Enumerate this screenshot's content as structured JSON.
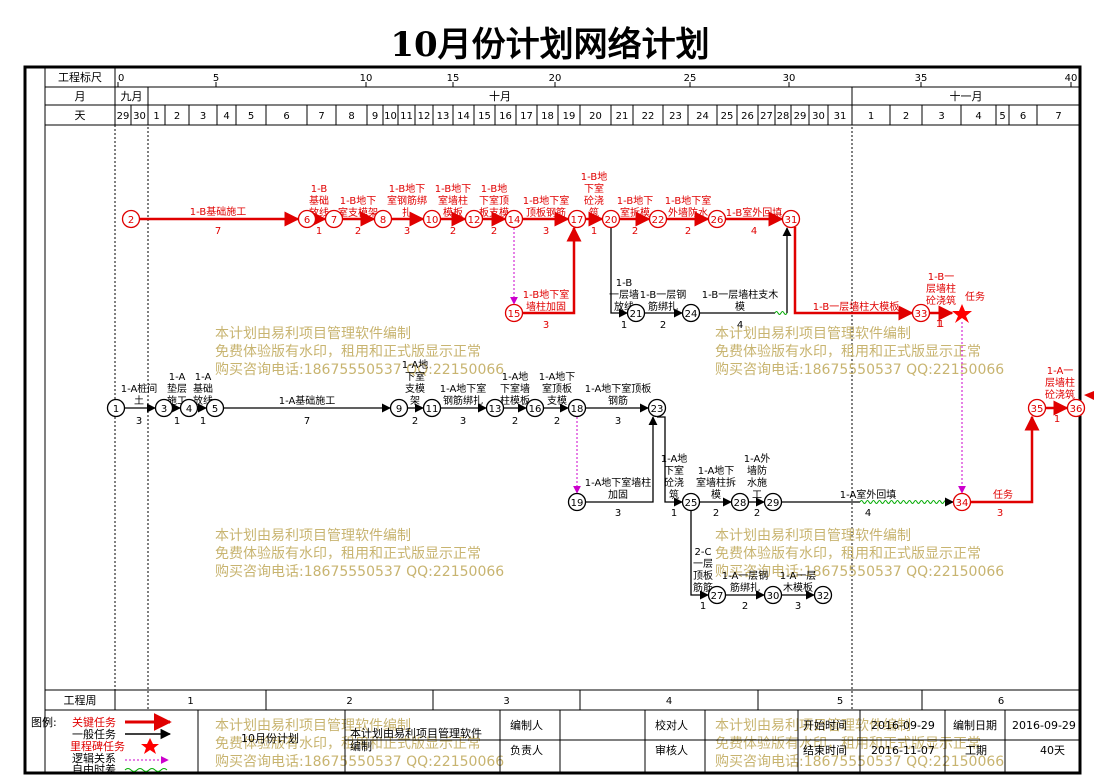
{
  "title": "10月份计划网络计划",
  "labels": {
    "scale": "工程标尺",
    "month": "月",
    "day": "天",
    "week_row": "工程周",
    "legend_title": "图例:"
  },
  "scale_ticks": [
    "0",
    "5",
    "10",
    "15",
    "20",
    "25",
    "30",
    "35",
    "40"
  ],
  "months": [
    "九月",
    "十月",
    "十一月"
  ],
  "days": [
    "29",
    "30",
    "1",
    "2",
    "3",
    "4",
    "5",
    "6",
    "7",
    "8",
    "9",
    "10",
    "11",
    "12",
    "13",
    "14",
    "15",
    "16",
    "17",
    "18",
    "19",
    "20",
    "21",
    "22",
    "23",
    "24",
    "25",
    "26",
    "27",
    "28",
    "29",
    "30",
    "31",
    "1",
    "2",
    "3",
    "4",
    "5",
    "6",
    "7"
  ],
  "weeks": [
    "1",
    "2",
    "3",
    "4",
    "5",
    "6"
  ],
  "nodes": [
    "1",
    "2",
    "3",
    "4",
    "5",
    "6",
    "7",
    "8",
    "9",
    "10",
    "11",
    "12",
    "13",
    "14",
    "15",
    "16",
    "17",
    "18",
    "19",
    "20",
    "21",
    "22",
    "23",
    "24",
    "25",
    "26",
    "27",
    "28",
    "29",
    "30",
    "31",
    "32",
    "33",
    "34",
    "35",
    "36"
  ],
  "tasks": {
    "t2_6": {
      "name": "1-B基础施工",
      "dur": "7"
    },
    "t6_7a": {
      "name": "1-B",
      "dur": ""
    },
    "t6_7b": {
      "name": "基础",
      "dur": ""
    },
    "t6_7c": {
      "name": "放线",
      "dur": "1"
    },
    "t7_8a": {
      "name": "1-B地下",
      "dur": ""
    },
    "t7_8b": {
      "name": "室支模架",
      "dur": "2"
    },
    "t8_10a": {
      "name": "1-B地下",
      "dur": ""
    },
    "t8_10b": {
      "name": "室钢筋绑",
      "dur": ""
    },
    "t8_10c": {
      "name": "扎",
      "dur": "3"
    },
    "t10_12a": {
      "name": "1-B地下",
      "dur": ""
    },
    "t10_12b": {
      "name": "室墙柱",
      "dur": ""
    },
    "t10_12c": {
      "name": "模板",
      "dur": "2"
    },
    "t12_14a": {
      "name": "1-B地",
      "dur": ""
    },
    "t12_14b": {
      "name": "下室顶",
      "dur": ""
    },
    "t12_14c": {
      "name": "板支模",
      "dur": "2"
    },
    "t14_17a": {
      "name": "1-B地下室",
      "dur": ""
    },
    "t14_17b": {
      "name": "顶板钢筋",
      "dur": "3"
    },
    "t15a": {
      "name": "1-B地下室",
      "dur": ""
    },
    "t15b": {
      "name": "墙柱加固",
      "dur": "3"
    },
    "t17_20a": {
      "name": "1-B地",
      "dur": ""
    },
    "t17_20b": {
      "name": "下室",
      "dur": ""
    },
    "t17_20c": {
      "name": "砼浇",
      "dur": ""
    },
    "t17_20d": {
      "name": "筑",
      "dur": "1"
    },
    "t20_22a": {
      "name": "1-B地下",
      "dur": ""
    },
    "t20_22b": {
      "name": "室拆模",
      "dur": "2"
    },
    "t22_26a": {
      "name": "1-B地下室",
      "dur": ""
    },
    "t22_26b": {
      "name": "外墙防水",
      "dur": "2"
    },
    "t26_31": {
      "name": "1-B室外回填",
      "dur": "4"
    },
    "t20_21a": {
      "name": "1-B",
      "dur": ""
    },
    "t20_21b": {
      "name": "一层墙",
      "dur": ""
    },
    "t20_21c": {
      "name": "放线",
      "dur": "1"
    },
    "t21_24a": {
      "name": "1-B一层钢",
      "dur": ""
    },
    "t21_24b": {
      "name": "筋绑扎",
      "dur": "2"
    },
    "t24_31a": {
      "name": "1-B一层墙柱支木",
      "dur": ""
    },
    "t24_31b": {
      "name": "模",
      "dur": "4"
    },
    "t31_33": {
      "name": "1-B一层墙柱大模板",
      "dur": "1"
    },
    "t33_Xa": {
      "name": "1-B一",
      "dur": ""
    },
    "t33_Xb": {
      "name": "层墙柱",
      "dur": ""
    },
    "t33_Xc": {
      "name": "砼浇筑",
      "dur": "1"
    },
    "t33_X_task": {
      "name": "任务",
      "dur": ""
    },
    "t1_3a": {
      "name": "1-A桩间",
      "dur": ""
    },
    "t1_3b": {
      "name": "土",
      "dur": "3"
    },
    "t3_4a": {
      "name": "1-A",
      "dur": ""
    },
    "t3_4b": {
      "name": "垫层",
      "dur": ""
    },
    "t3_4c": {
      "name": "施工",
      "dur": "1"
    },
    "t4_5a": {
      "name": "1-A",
      "dur": ""
    },
    "t4_5b": {
      "name": "基础",
      "dur": ""
    },
    "t4_5c": {
      "name": "放线",
      "dur": "1"
    },
    "t5_9": {
      "name": "1-A基础施工",
      "dur": "7"
    },
    "t9_11a": {
      "name": "1-A地",
      "dur": ""
    },
    "t9_11b": {
      "name": "下室",
      "dur": ""
    },
    "t9_11c": {
      "name": "支模",
      "dur": ""
    },
    "t9_11d": {
      "name": "架",
      "dur": "2"
    },
    "t11_13a": {
      "name": "1-A地下室",
      "dur": ""
    },
    "t11_13b": {
      "name": "钢筋绑扎",
      "dur": "3"
    },
    "t13_16a": {
      "name": "1-A地",
      "dur": ""
    },
    "t13_16b": {
      "name": "下室墙",
      "dur": ""
    },
    "t13_16c": {
      "name": "柱模板",
      "dur": "2"
    },
    "t16_18a": {
      "name": "1-A地下",
      "dur": ""
    },
    "t16_18b": {
      "name": "室顶板",
      "dur": ""
    },
    "t16_18c": {
      "name": "支模",
      "dur": "2"
    },
    "t18_23a": {
      "name": "1-A地下室顶板",
      "dur": ""
    },
    "t18_23b": {
      "name": "钢筋",
      "dur": "3"
    },
    "t19_23a": {
      "name": "1-A地下室墙柱",
      "dur": ""
    },
    "t19_23b": {
      "name": "加固",
      "dur": "3"
    },
    "t23_25a": {
      "name": "1-A地",
      "dur": ""
    },
    "t23_25b": {
      "name": "下室",
      "dur": ""
    },
    "t23_25c": {
      "name": "砼浇",
      "dur": ""
    },
    "t23_25d": {
      "name": "筑",
      "dur": "1"
    },
    "t25_28a": {
      "name": "1-A地下",
      "dur": ""
    },
    "t25_28b": {
      "name": "室墙柱拆",
      "dur": ""
    },
    "t25_28c": {
      "name": "模",
      "dur": "2"
    },
    "t28_29a": {
      "name": "1-A外",
      "dur": ""
    },
    "t28_29b": {
      "name": "墙防",
      "dur": ""
    },
    "t28_29c": {
      "name": "水施",
      "dur": ""
    },
    "t28_29d": {
      "name": "工",
      "dur": "2"
    },
    "t29_34": {
      "name": "1-A室外回填",
      "dur": "4"
    },
    "t34_35": {
      "name": "任务",
      "dur": "3"
    },
    "t35_36a": {
      "name": "1-A一",
      "dur": ""
    },
    "t35_36b": {
      "name": "层墙柱",
      "dur": ""
    },
    "t35_36c": {
      "name": "砼浇筑",
      "dur": "1"
    },
    "t25_27a": {
      "name": "2-C",
      "dur": ""
    },
    "t25_27b": {
      "name": "一层",
      "dur": ""
    },
    "t25_27c": {
      "name": "顶板",
      "dur": ""
    },
    "t25_27d": {
      "name": "筋筋",
      "dur": "1"
    },
    "t27_30a": {
      "name": "1-A一层钢",
      "dur": ""
    },
    "t27_30b": {
      "name": "筋绑扎",
      "dur": "2"
    },
    "t30_32a": {
      "name": "1-A一层",
      "dur": ""
    },
    "t30_32b": {
      "name": "木模板",
      "dur": "3"
    }
  },
  "watermark": {
    "line1": "本计划由易利项目管理软件编制",
    "line2": "免费体验版有水印，租用和正式版显示正常",
    "line3": "购买咨询电话:18675550537 QQ:22150066"
  },
  "legend": {
    "critical": "关键任务",
    "normal": "一般任务",
    "milestone": "里程碑任务",
    "logic": "逻辑关系",
    "float": "自由时差"
  },
  "footer": {
    "plan_name": "10月份计划",
    "software": "本计划由易利项目管理软件",
    "software2": "编制",
    "editor": "编制人",
    "checker": "校对人",
    "responsible": "负责人",
    "reviewer": "审核人",
    "start_label": "开始时间",
    "start": "2016-09-29",
    "end_label": "结束时间",
    "end": "2016-11-07",
    "date_label": "编制日期",
    "date": "2016-09-29",
    "period_label": "工期",
    "period": "40天"
  },
  "colors": {
    "critical": "#e00000",
    "normal": "#000000",
    "milestone": "#ff0000",
    "logic": "#cc00cc",
    "float": "#00aa00",
    "watermark": "#c8b470"
  }
}
